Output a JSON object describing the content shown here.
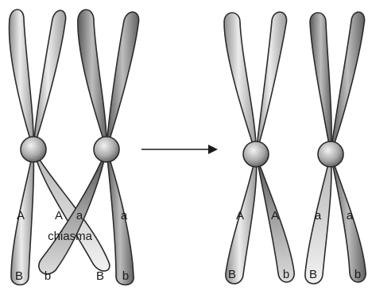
{
  "labels": {
    "left_pair": {
      "sister1_lower_left": "A",
      "sister1_lower_right": "A",
      "sister2_lower_left": "a",
      "sister2_lower_right": "a",
      "bottom_1": "B",
      "bottom_2": "b",
      "bottom_3": "B",
      "bottom_4": "b"
    },
    "chiasma": "chiasma",
    "right_pair": {
      "chrom1_lower_left": "A",
      "chrom1_lower_right": "A",
      "chrom2_lower_left": "a",
      "chrom2_lower_right": "a",
      "bottom_1": "B",
      "bottom_2": "b",
      "bottom_3": "B",
      "bottom_4": "b"
    }
  },
  "colors": {
    "outline": "#2b2b2b",
    "light": "#e9e9e9",
    "mid": "#a9a9a9",
    "dark": "#6b6b6b"
  }
}
